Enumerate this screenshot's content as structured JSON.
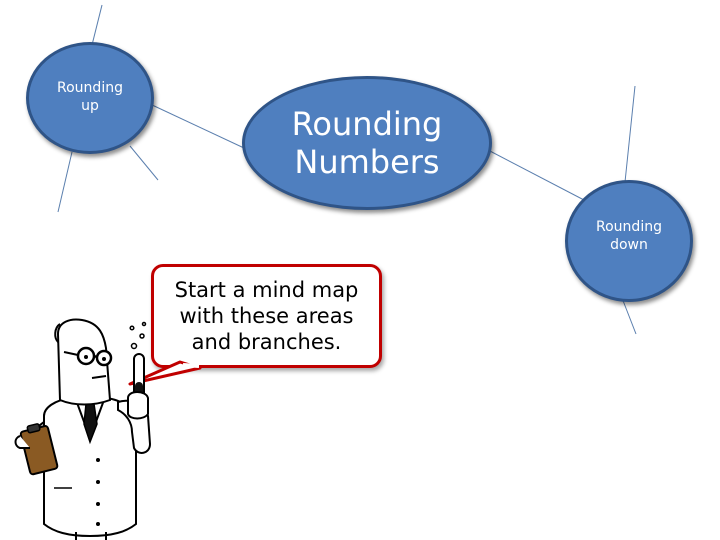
{
  "mindmap": {
    "center": {
      "label": "Rounding\nNumbers"
    },
    "branches": [
      {
        "label": "Rounding\nup"
      },
      {
        "label": "Rounding\ndown"
      }
    ]
  },
  "callout": {
    "text": "Start a mind map\nwith these areas\nand branches."
  },
  "colors": {
    "node_fill": "#4f7fbf",
    "node_border": "#2f5487",
    "callout_border": "#c00000",
    "connector": "#5b7fae"
  },
  "icons": {
    "presenter": "scientist-with-test-tube-and-clipboard-icon"
  }
}
